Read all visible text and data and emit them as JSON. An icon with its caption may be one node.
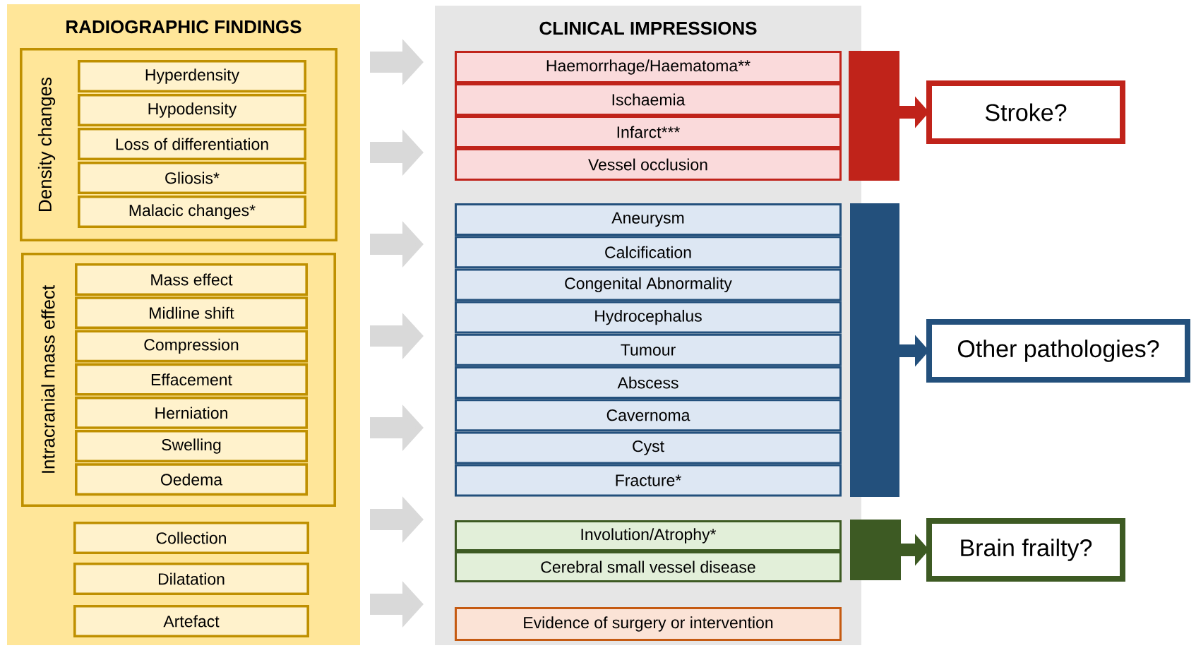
{
  "diagram": {
    "nodes": [
      {
        "text": [
          "RADIOGRAPHIC FINDINGS"
        ]
      },
      {
        "text": [
          "Density changes"
        ],
        "in": 0
      },
      {
        "text": [
          "Hyperdensity"
        ],
        "in": 1
      },
      {
        "text": [
          "Hypodensity"
        ],
        "in": 1
      },
      {
        "text": [
          "Loss of differentiation"
        ],
        "in": 1
      },
      {
        "text": [
          "Gliosis*"
        ],
        "in": 1
      },
      {
        "text": [
          "Malacic changes*"
        ],
        "in": 1
      },
      {
        "text": [
          "Intracranial mass effect"
        ],
        "in": 0
      },
      {
        "text": [
          "Mass effect"
        ],
        "in": 7
      },
      {
        "text": [
          "Midline shift"
        ],
        "in": 7
      },
      {
        "text": [
          "Compression"
        ],
        "in": 7
      },
      {
        "text": [
          "Effacement"
        ],
        "in": 7
      },
      {
        "text": [
          "Herniation"
        ],
        "in": 7
      },
      {
        "text": [
          "Swelling"
        ],
        "in": 7
      },
      {
        "text": [
          "Oedema"
        ],
        "in": 7
      },
      {
        "text": [
          "Collection"
        ],
        "in": 0
      },
      {
        "text": [
          "Dilatation"
        ],
        "in": 0
      },
      {
        "text": [
          "Artefact"
        ],
        "in": 0
      },
      {
        "text": [
          "CLINICAL IMPRESSIONS"
        ]
      },
      {
        "text": [
          "Haemorrhage/Haematoma**"
        ],
        "in": 18
      },
      {
        "text": [
          "Ischaemia"
        ],
        "in": 18
      },
      {
        "text": [
          "Infarct***"
        ],
        "in": 18
      },
      {
        "text": [
          "Vessel occlusion"
        ],
        "in": 18
      },
      {
        "text": [
          "Aneurysm"
        ],
        "in": 18
      },
      {
        "text": [
          "Calcification"
        ],
        "in": 18
      },
      {
        "text": [
          "Congenital Abnormality"
        ],
        "in": 18
      },
      {
        "text": [
          "Hydrocephalus"
        ],
        "in": 18
      },
      {
        "text": [
          "Tumour"
        ],
        "in": 18
      },
      {
        "text": [
          "Abscess"
        ],
        "in": 18
      },
      {
        "text": [
          "Cavernoma"
        ],
        "in": 18
      },
      {
        "text": [
          "Cyst"
        ],
        "in": 18
      },
      {
        "text": [
          "Fracture*"
        ],
        "in": 18
      },
      {
        "text": [
          "Involution/Atrophy*"
        ],
        "in": 18
      },
      {
        "text": [
          "Cerebral small vessel disease"
        ],
        "in": 18
      },
      {
        "text": [
          "Evidence of surgery or intervention"
        ],
        "in": 18
      },
      {
        "text": [],
        "shape": "bar"
      },
      {
        "text": [],
        "shape": "bar"
      },
      {
        "text": [],
        "shape": "bar"
      },
      {
        "text": [
          "Stroke?"
        ]
      },
      {
        "text": [
          "Other pathologies?"
        ]
      },
      {
        "text": [
          "Brain frailty?"
        ]
      }
    ],
    "edges": [
      {
        "from": 0,
        "to": 18,
        "arrow": "to"
      },
      {
        "from": 0,
        "to": 18,
        "arrow": "to"
      },
      {
        "from": 0,
        "to": 18,
        "arrow": "to"
      },
      {
        "from": 0,
        "to": 18,
        "arrow": "to"
      },
      {
        "from": 0,
        "to": 18,
        "arrow": "to"
      },
      {
        "from": 0,
        "to": 18,
        "arrow": "to"
      },
      {
        "from": 0,
        "to": 18,
        "arrow": "to"
      },
      {
        "from": 35,
        "to": 38,
        "arrow": "to",
        "color": "#c0231a"
      },
      {
        "from": 36,
        "to": 39,
        "arrow": "to",
        "color": "#23507c"
      },
      {
        "from": 37,
        "to": 40,
        "arrow": "to",
        "color": "#3d5a23"
      }
    ]
  }
}
